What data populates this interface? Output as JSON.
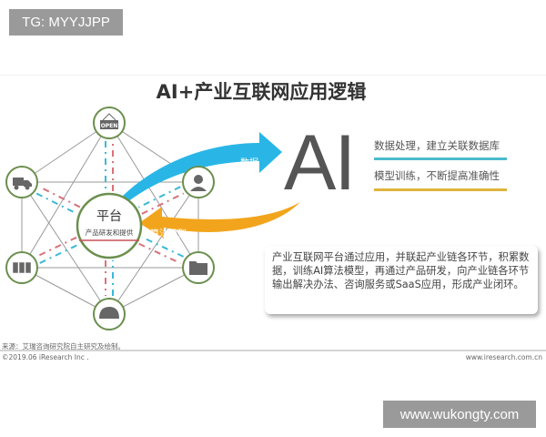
{
  "watermarks": {
    "top_left": "TG: MYYJJPP",
    "bottom_right": "www.wukongty.com"
  },
  "title": "AI+产业互联网应用逻辑",
  "diagram": {
    "center_title": "平台",
    "center_subtitle": "产品研发和提供",
    "nodes": [
      {
        "icon": "open-sign-icon",
        "label": "OPEN"
      },
      {
        "icon": "truck-icon"
      },
      {
        "icon": "customer-service-icon"
      },
      {
        "icon": "warehouse-icon"
      },
      {
        "icon": "folder-icon"
      },
      {
        "icon": "hard-hat-icon"
      }
    ],
    "arrow_data_label": "数据",
    "arrow_model_label": "算法模型",
    "colors": {
      "data_arrow": "#29b6e6",
      "model_arrow": "#f2a51c",
      "node_border": "#6b8f4e",
      "dash_red": "#d9727a",
      "dash_blue": "#3bb8d8"
    }
  },
  "ai": {
    "big_label": "AI",
    "points": [
      {
        "text": "数据处理，建立关联数据库",
        "color": "#4bbccc"
      },
      {
        "text": "模型训练，不断提高准确性",
        "color": "#e0b43c"
      }
    ]
  },
  "description": "产业互联网平台通过应用，并联起产业链各环节，积累数据，训练AI算法模型，再通过产品研发，向产业链各环节输出解决办法、咨询服务或SaaS应用，形成产业闭环。",
  "footer": {
    "source": "来源：艾瑞咨询研究院自主研究及绘制。",
    "copyright": "©2019.06 iResearch Inc .",
    "website": "www.iresearch.com.cn"
  }
}
